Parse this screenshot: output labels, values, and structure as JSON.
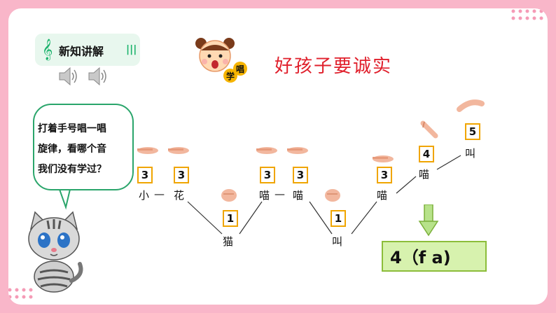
{
  "section_tag": {
    "label": "新知讲解"
  },
  "speakers": [
    "speaker-icon",
    "speaker-icon"
  ],
  "girl_badge": {
    "chars": [
      "学",
      "唱"
    ]
  },
  "song_title": "好孩子要诚实",
  "bubble": {
    "lines": [
      "打着手号唱一唱",
      "旋律，看哪个音",
      "我们没有学过？"
    ]
  },
  "melody": {
    "numbers": [
      "3",
      "3",
      "1",
      "3",
      "3",
      "1",
      "3",
      "4",
      "5"
    ],
    "words": [
      "小",
      "花",
      "猫",
      "喵",
      "喵",
      "叫",
      "喵",
      "喵",
      "叫"
    ]
  },
  "answer": "4（f a)"
}
